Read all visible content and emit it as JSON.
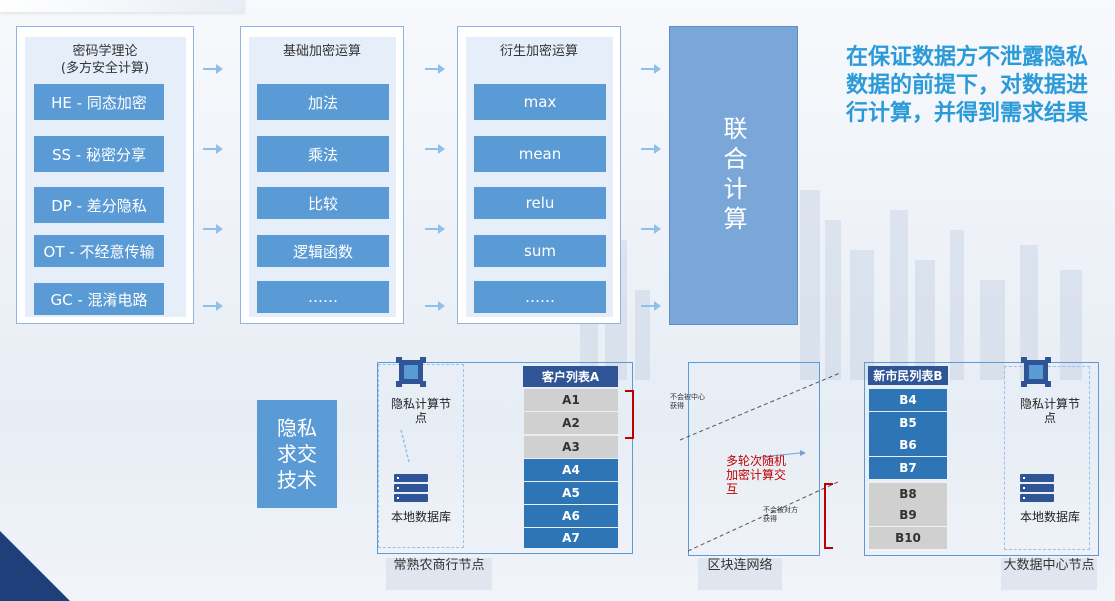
{
  "theory": {
    "title": "密码学理论",
    "subtitle": "(多方安全计算)",
    "items": [
      "HE - 同态加密",
      "SS - 秘密分享",
      "DP - 差分隐私",
      "OT - 不经意传输",
      "GC - 混淆电路"
    ]
  },
  "basic_ops": {
    "title": "基础加密运算",
    "items": [
      "加法",
      "乘法",
      "比较",
      "逻辑函数",
      "……"
    ]
  },
  "derived_ops": {
    "title": "衍生加密运算",
    "items": [
      "max",
      "mean",
      "relu",
      "sum",
      "……"
    ]
  },
  "joint_compute": "联合计算",
  "headline": "在保证数据方不泄露隐私数据的前提下，对数据进行计算，并得到需求结果",
  "psi_label": "隐私求交技术",
  "node_a": {
    "compute_label": "隐私计算节点",
    "db_label": "本地数据库",
    "name": "常熟农商行节点",
    "list_title": "客户列表A",
    "gray_items": [
      "A1",
      "A2",
      "A3"
    ],
    "blue_items": [
      "A4",
      "A5",
      "A6",
      "A7"
    ],
    "note": "不会被中心获得"
  },
  "blockchain": {
    "text": "多轮次随机加密计算交互",
    "name": "区块连网络",
    "note": "不会被对方获得"
  },
  "node_b": {
    "compute_label": "隐私计算节点",
    "db_label": "本地数据库",
    "name": "大数据中心节点",
    "list_title": "新市民列表B",
    "blue_items": [
      "B4",
      "B5",
      "B6",
      "B7"
    ],
    "gray_items": [
      "B8",
      "B9",
      "B10"
    ]
  },
  "colors": {
    "box_blue": "#5b9bd5",
    "dark_blue": "#2f5597",
    "cell_blue": "#2e75b6",
    "headline": "#2a9ad8",
    "red_text": "#c00000"
  }
}
